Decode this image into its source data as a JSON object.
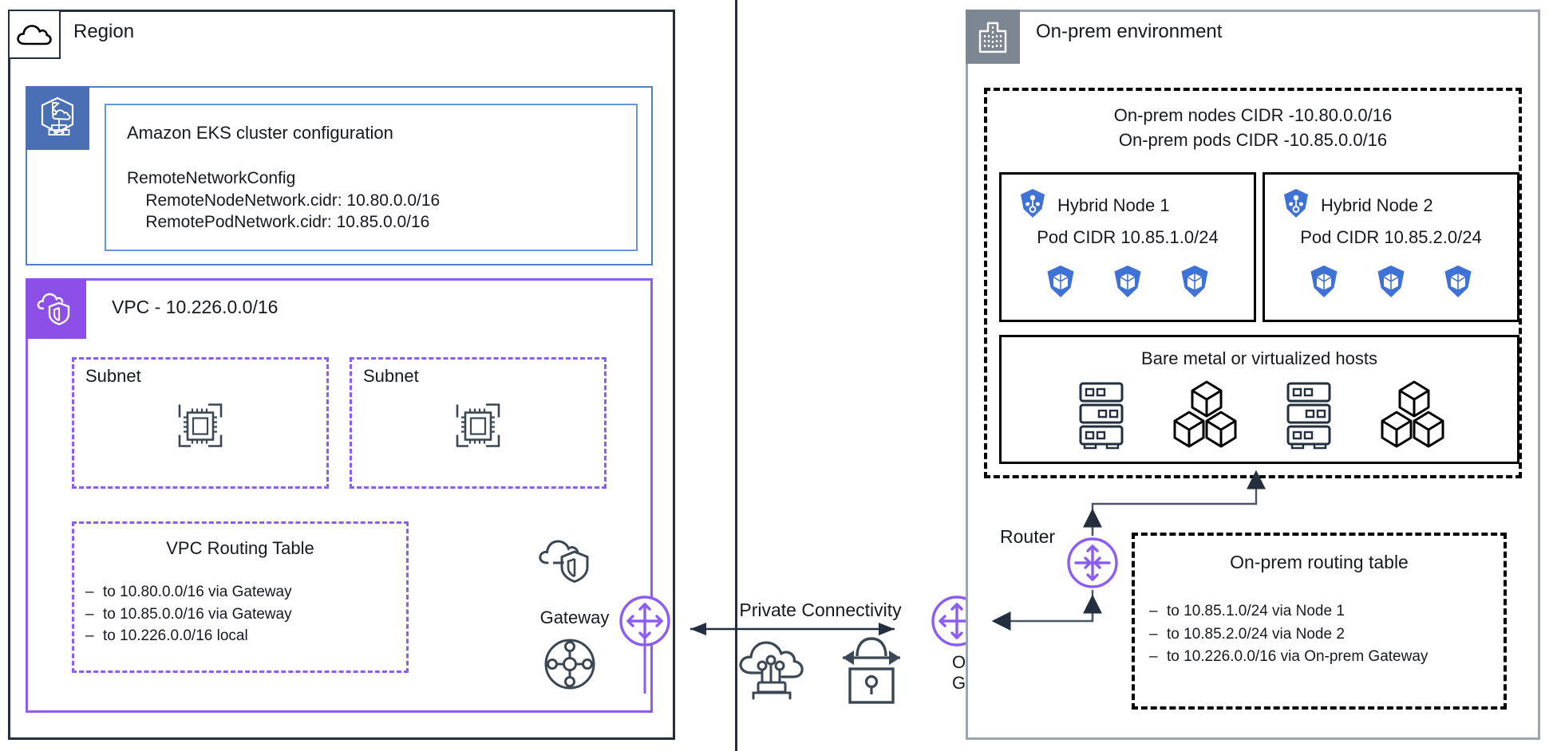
{
  "region": {
    "title": "Region",
    "icon": "cloud-icon",
    "eks": {
      "icon": "eks-cluster-icon",
      "heading": "Amazon EKS cluster configuration",
      "config_title": "RemoteNetworkConfig",
      "config_lines": [
        "    RemoteNodeNetwork.cidr: 10.80.0.0/16",
        "    RemotePodNetwork.cidr: 10.85.0.0/16"
      ]
    },
    "vpc": {
      "icon": "vpc-shield-icon",
      "title": "VPC - 10.226.0.0/16",
      "subnets": [
        {
          "label": "Subnet",
          "icon": "ec2-instances-icon"
        },
        {
          "label": "Subnet",
          "icon": "ec2-instances-icon"
        }
      ],
      "routing_table": {
        "title": "VPC Routing Table",
        "routes": [
          "to 10.80.0.0/16 via Gateway",
          "to 10.85.0.0/16 via Gateway",
          "to 10.226.0.0/16 local"
        ]
      },
      "gateway": {
        "label": "Gateway",
        "icons": [
          "cloud-shield-icon",
          "network-hub-icon",
          "gateway-node-icon"
        ]
      }
    }
  },
  "middle": {
    "connectivity_label": "Private Connectivity",
    "icons": [
      "direct-connect-cloud-icon",
      "vpn-lock-icon"
    ],
    "arrow": "bidirectional-arrow"
  },
  "onprem": {
    "title": "On-prem environment",
    "icon": "building-icon",
    "cidr_lines": [
      "On-prem nodes CIDR -10.80.0.0/16",
      "On-prem pods CIDR -10.85.0.0/16"
    ],
    "nodes": [
      {
        "name": "Hybrid Node 1",
        "icon": "kubernetes-node-icon",
        "cidr": "Pod CIDR 10.85.1.0/24",
        "pod_count": 3,
        "pod_icon": "kubernetes-pod-icon"
      },
      {
        "name": "Hybrid Node 2",
        "icon": "kubernetes-node-icon",
        "cidr": "Pod CIDR 10.85.2.0/24",
        "pod_count": 3,
        "pod_icon": "kubernetes-pod-icon"
      }
    ],
    "hosts": {
      "title": "Bare metal or virtualized hosts",
      "icons": [
        "server-rack-icon",
        "cubes-icon",
        "server-rack-icon",
        "cubes-icon"
      ]
    },
    "router": {
      "label": "Router",
      "icon": "router-node-icon"
    },
    "gateway": {
      "label": "On-prem\nGateway",
      "icon": "gateway-node-icon"
    },
    "routing_table": {
      "title": "On-prem routing table",
      "routes": [
        "to 10.85.1.0/24 via Node 1",
        "to 10.85.2.0/24 via Node 2",
        "to 10.226.0.0/16 via On-prem Gateway"
      ]
    }
  },
  "colors": {
    "region_border": "#232f3e",
    "eks_blue": "#4a6fb5",
    "vpc_purple": "#8b5cf6",
    "onprem_gray": "#7d8793",
    "k8s_blue": "#3f72d7",
    "ink": "#16191f"
  }
}
